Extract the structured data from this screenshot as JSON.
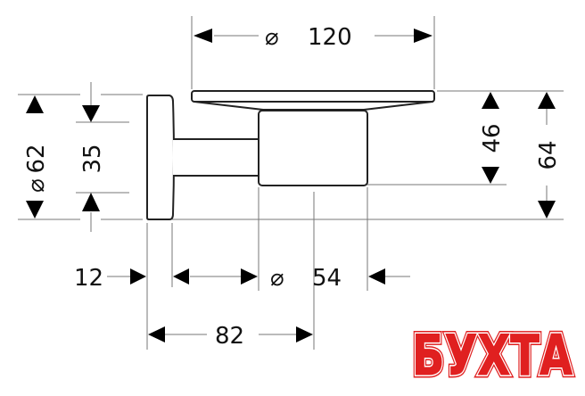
{
  "dimensions": {
    "dish_diameter": {
      "symbol": "⌀",
      "value": "120"
    },
    "plate_diameter": {
      "symbol": "⌀",
      "value": "62"
    },
    "arm_height": {
      "value": "35"
    },
    "cup_height": {
      "value": "46"
    },
    "total_height": {
      "value": "64"
    },
    "plate_depth": {
      "value": "12"
    },
    "cup_diameter": {
      "symbol": "⌀",
      "value": "54"
    },
    "projection": {
      "value": "82"
    }
  },
  "watermark": {
    "text": "БУХТА",
    "color": "#e02020"
  }
}
